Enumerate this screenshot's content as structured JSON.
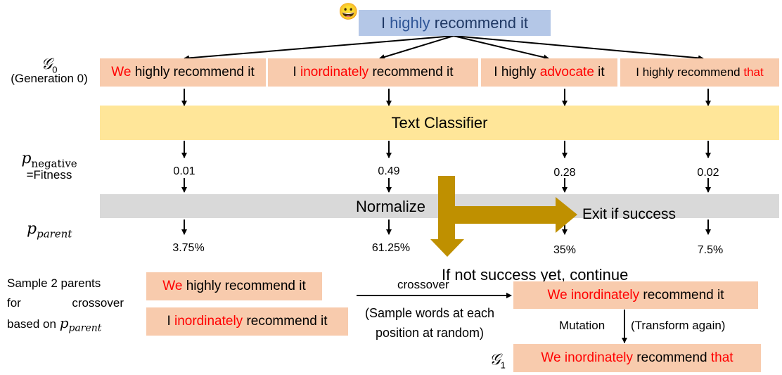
{
  "source": {
    "pre": "I ",
    "hl": "highly",
    "post": " recommend it",
    "emoji": "😀"
  },
  "labels": {
    "g0_symbol": "𝒢",
    "g0_sub": "0",
    "g0_caption": "(Generation 0)",
    "p_neg_symbol": "p",
    "p_neg_sub": "negative",
    "fitness": "=Fitness",
    "p_parent_symbol": "p",
    "p_parent_sub": "parent",
    "g1_symbol": "𝒢",
    "g1_sub": "1"
  },
  "generation0": [
    {
      "pre": "",
      "hl": "We",
      "post": " highly recommend it"
    },
    {
      "pre": "I ",
      "hl": "inordinately",
      "post": " recommend it"
    },
    {
      "pre": "I highly ",
      "hl": "advocate",
      "post": " it"
    },
    {
      "pre": "I highly recommend ",
      "hl": "that",
      "post": ""
    }
  ],
  "classifier_label": "Text Classifier",
  "fitness_values": [
    "0.01",
    "0.49",
    "0.28",
    "0.02"
  ],
  "normalize_label": "Normalize",
  "parent_probs": [
    "3.75%",
    "61.25%",
    "35%",
    "7.5%"
  ],
  "exit_label": "Exit if success",
  "continue_label": "If not success yet, continue",
  "sample_text": {
    "line1": "Sample 2 parents",
    "line2a": "for",
    "line2b": "crossover",
    "line3": "based on "
  },
  "parents": [
    {
      "pre": "",
      "hl": "We",
      "post": " highly recommend it"
    },
    {
      "pre": "I ",
      "hl": "inordinately",
      "post": " recommend it"
    }
  ],
  "crossover_label": "crossover",
  "crossover_note1": "(Sample words at each",
  "crossover_note2": "position at random)",
  "child": {
    "pre": "",
    "hl": "We inordinately",
    "post": " recommend it"
  },
  "mutation_label": "Mutation",
  "mutation_note": "(Transform again)",
  "mutated": {
    "pre": "",
    "hl": "We inordinately",
    "post": " recommend ",
    "hl2": "that"
  },
  "colors": {
    "source_box": "#b4c7e7",
    "candidate_box": "#f8cbad",
    "classifier": "#ffe699",
    "normalize": "#d9d9d9",
    "flow_arrow": "#bf9000",
    "highlight": "#ff0000"
  }
}
